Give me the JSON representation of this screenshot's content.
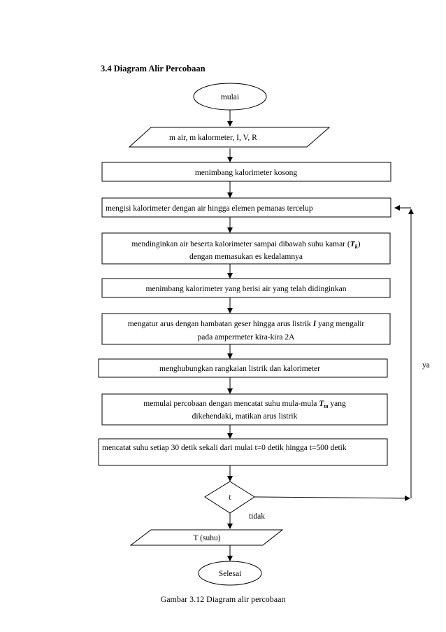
{
  "section_title": "3.4 Diagram Alir Percobaan",
  "nodes": {
    "start": "mulai",
    "input": "m air, m kalormeter, I, V, R",
    "step1": "menimbang kalorimeter kosong",
    "step2": "mengisi kalorimeter dengan air hingga elemen pemanas tercelup",
    "step3_line1": "mendinginkan air beserta kalorimeter sampai dibawah  suhu kamar (",
    "step3_sym": "T",
    "step3_sub": "k",
    "step3_close": ")",
    "step3_line2": "dengan memasukan es kedalamnya",
    "step4": "menimbang kalorimeter yang berisi air yang telah didinginkan",
    "step5_line1a": "mengatur arus dengan hambatan geser hingga arus listrik ",
    "step5_sym": "I",
    "step5_line1b": " yang mengalir",
    "step5_line2": "pada ampermeter kira-kira 2A",
    "step6": "menghubungkan rangkaian listrik dan kalorimeter",
    "step7_line1a": "memulai percobaan dengan mencatat suhu mula-mula ",
    "step7_sym": "T",
    "step7_sub": "m",
    "step7_line1b": " yang",
    "step7_line2": "dikehendaki, matikan arus listrik",
    "step8": "mencatat suhu setiap 30 detik sekali dari mulai t=0 detik hingga t=500 detik",
    "decision": "t",
    "output": "T (suhu)",
    "end": "Selesai"
  },
  "edge_labels": {
    "yes": "ya",
    "no": "tidak"
  },
  "caption": "Gambar 3.12 Diagram alir percobaan"
}
